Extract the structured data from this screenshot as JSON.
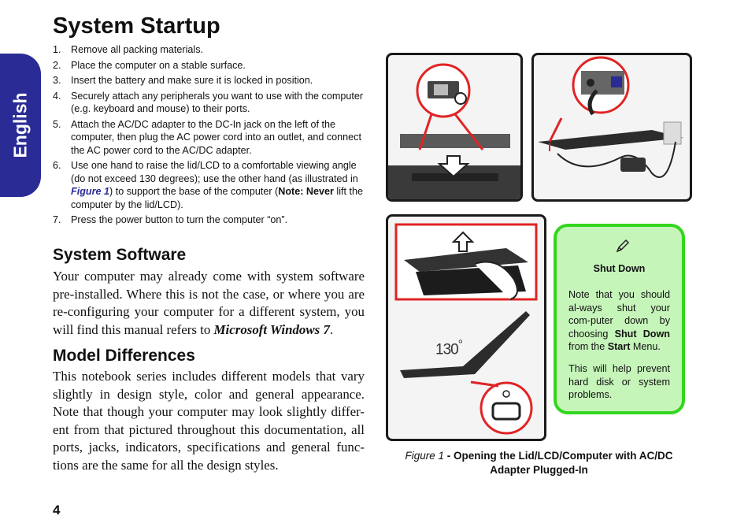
{
  "side_tab": {
    "label": "English"
  },
  "title": "System Startup",
  "steps": [
    {
      "num": "1.",
      "text": "Remove all packing materials."
    },
    {
      "num": "2.",
      "text": "Place the computer on a stable surface."
    },
    {
      "num": "3.",
      "text": "Insert the battery and make sure it is locked in position."
    },
    {
      "num": "4.",
      "text": "Securely attach any peripherals you want to use with the computer (e.g. keyboard and mouse) to their ports."
    },
    {
      "num": "5.",
      "text": "Attach the AC/DC adapter to the DC-In jack on the left of the computer, then plug the AC power cord into an outlet, and connect the AC power cord to the AC/DC adapter."
    },
    {
      "num": "6.",
      "text_a": "Use one hand to raise the lid/LCD to a comfortable viewing angle (do not exceed 130 degrees); use the other hand (as illustrated in ",
      "fig_ref": "Figure 1",
      "text_b": ") to support the base of the computer (",
      "note_label": "Note: Never",
      "text_c": " lift the computer by the lid/LCD)."
    },
    {
      "num": "7.",
      "text": "Press the power button to turn the computer “on”."
    }
  ],
  "software": {
    "heading": "System Software",
    "body": "Your computer may already come with system software pre-installed. Where this is not the case, or where you are re-configuring your computer for a different system, you will find this manual refers to ",
    "product": "Microsoft Windows 7",
    "end": "."
  },
  "models": {
    "heading": "Model Differences",
    "body": "This notebook series includes different models that vary slightly in design style, color and general appearance. Note that though your computer may look slightly differ-ent from that pictured throughout this documentation, all ports, jacks, indicators, specifications and general func-tions are the same for all the design styles."
  },
  "figure": {
    "angle_label": "130",
    "degree_mark": "°",
    "caption_label": "Figure 1",
    "caption_text": " - Opening the Lid/LCD/Computer with AC/DC Adapter Plugged-In"
  },
  "note": {
    "title": "Shut Down",
    "p1_a": "Note that you should al-ways shut your com-puter down by choosing ",
    "p1_shut": "Shut Down",
    "p1_b": " from the ",
    "p1_start": "Start",
    "p1_c": " Menu.",
    "p2": "This will help prevent hard disk or system problems."
  },
  "page_number": "4",
  "colors": {
    "tab_blue": "#2a2b95",
    "note_green": "#33d61e",
    "note_fill": "#c6f5ba",
    "arrow_red": "#e02424"
  }
}
